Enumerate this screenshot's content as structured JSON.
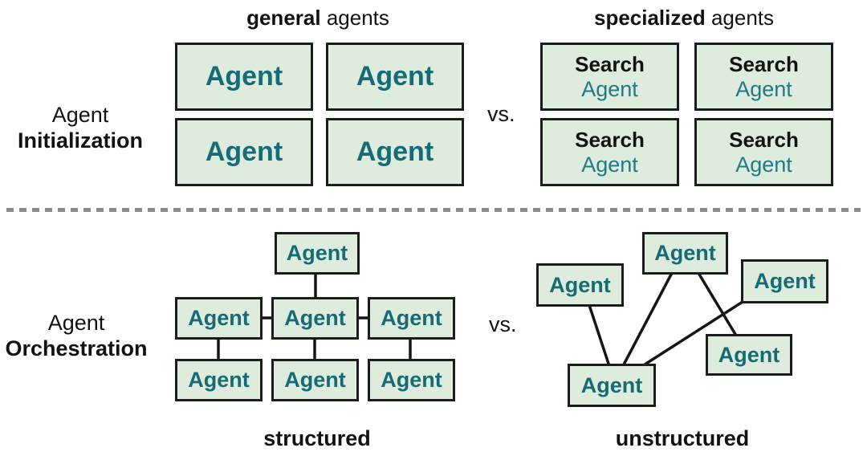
{
  "colors": {
    "box_fill": "#ddecdc",
    "box_border": "#1c1c1c",
    "agent_teal_bold": "#176b76",
    "agent_teal_light": "#1f7a87",
    "text_black": "#121212",
    "divider_gray": "#8a8a8a"
  },
  "initialization": {
    "side_label_line1": "Agent",
    "side_label_line2": "Initialization",
    "general_title_bold": "general",
    "general_title_rest": " agents",
    "specialized_title_bold": "specialized",
    "specialized_title_rest": " agents",
    "vs_label": "vs.",
    "general_boxes": [
      "Agent",
      "Agent",
      "Agent",
      "Agent"
    ],
    "specialized_boxes": [
      {
        "line1": "Search",
        "line2": "Agent"
      },
      {
        "line1": "Search",
        "line2": "Agent"
      },
      {
        "line1": "Search",
        "line2": "Agent"
      },
      {
        "line1": "Search",
        "line2": "Agent"
      }
    ]
  },
  "orchestration": {
    "side_label_line1": "Agent",
    "side_label_line2": "Orchestration",
    "vs_label": "vs.",
    "structured_label": "structured",
    "unstructured_label": "unstructured",
    "structured_nodes": [
      "Agent",
      "Agent",
      "Agent",
      "Agent",
      "Agent",
      "Agent",
      "Agent"
    ],
    "unstructured_nodes": [
      "Agent",
      "Agent",
      "Agent",
      "Agent",
      "Agent"
    ]
  }
}
